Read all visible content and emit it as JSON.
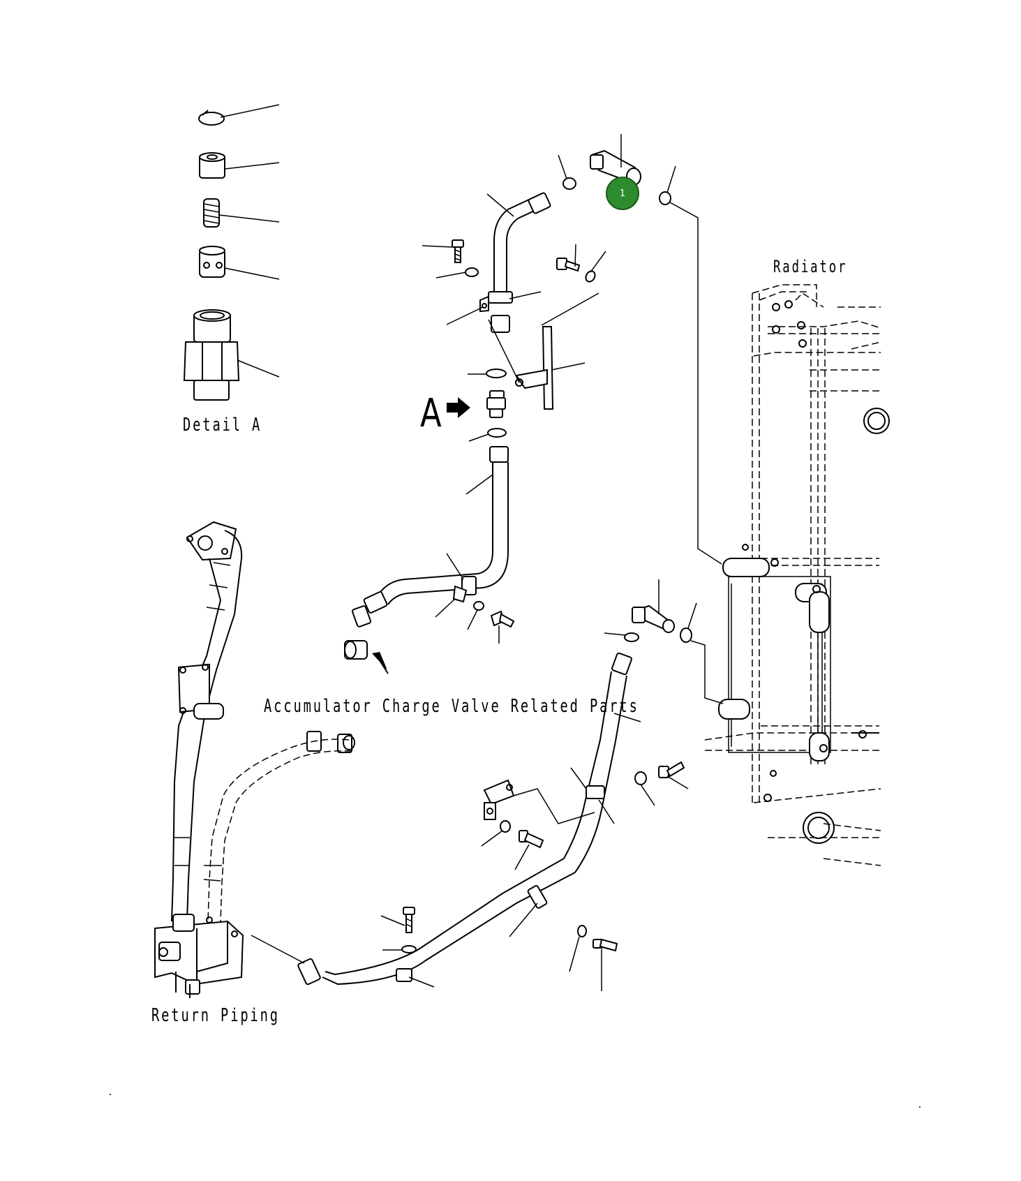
{
  "labels": {
    "radiator": "Radiator",
    "detail_a": "Detail A",
    "view_a": "A",
    "accumulator": "Accumulator Charge Valve Related Parts",
    "return_piping": "Return Piping"
  },
  "callout": {
    "number": "1",
    "color": "#2e8b2e"
  }
}
